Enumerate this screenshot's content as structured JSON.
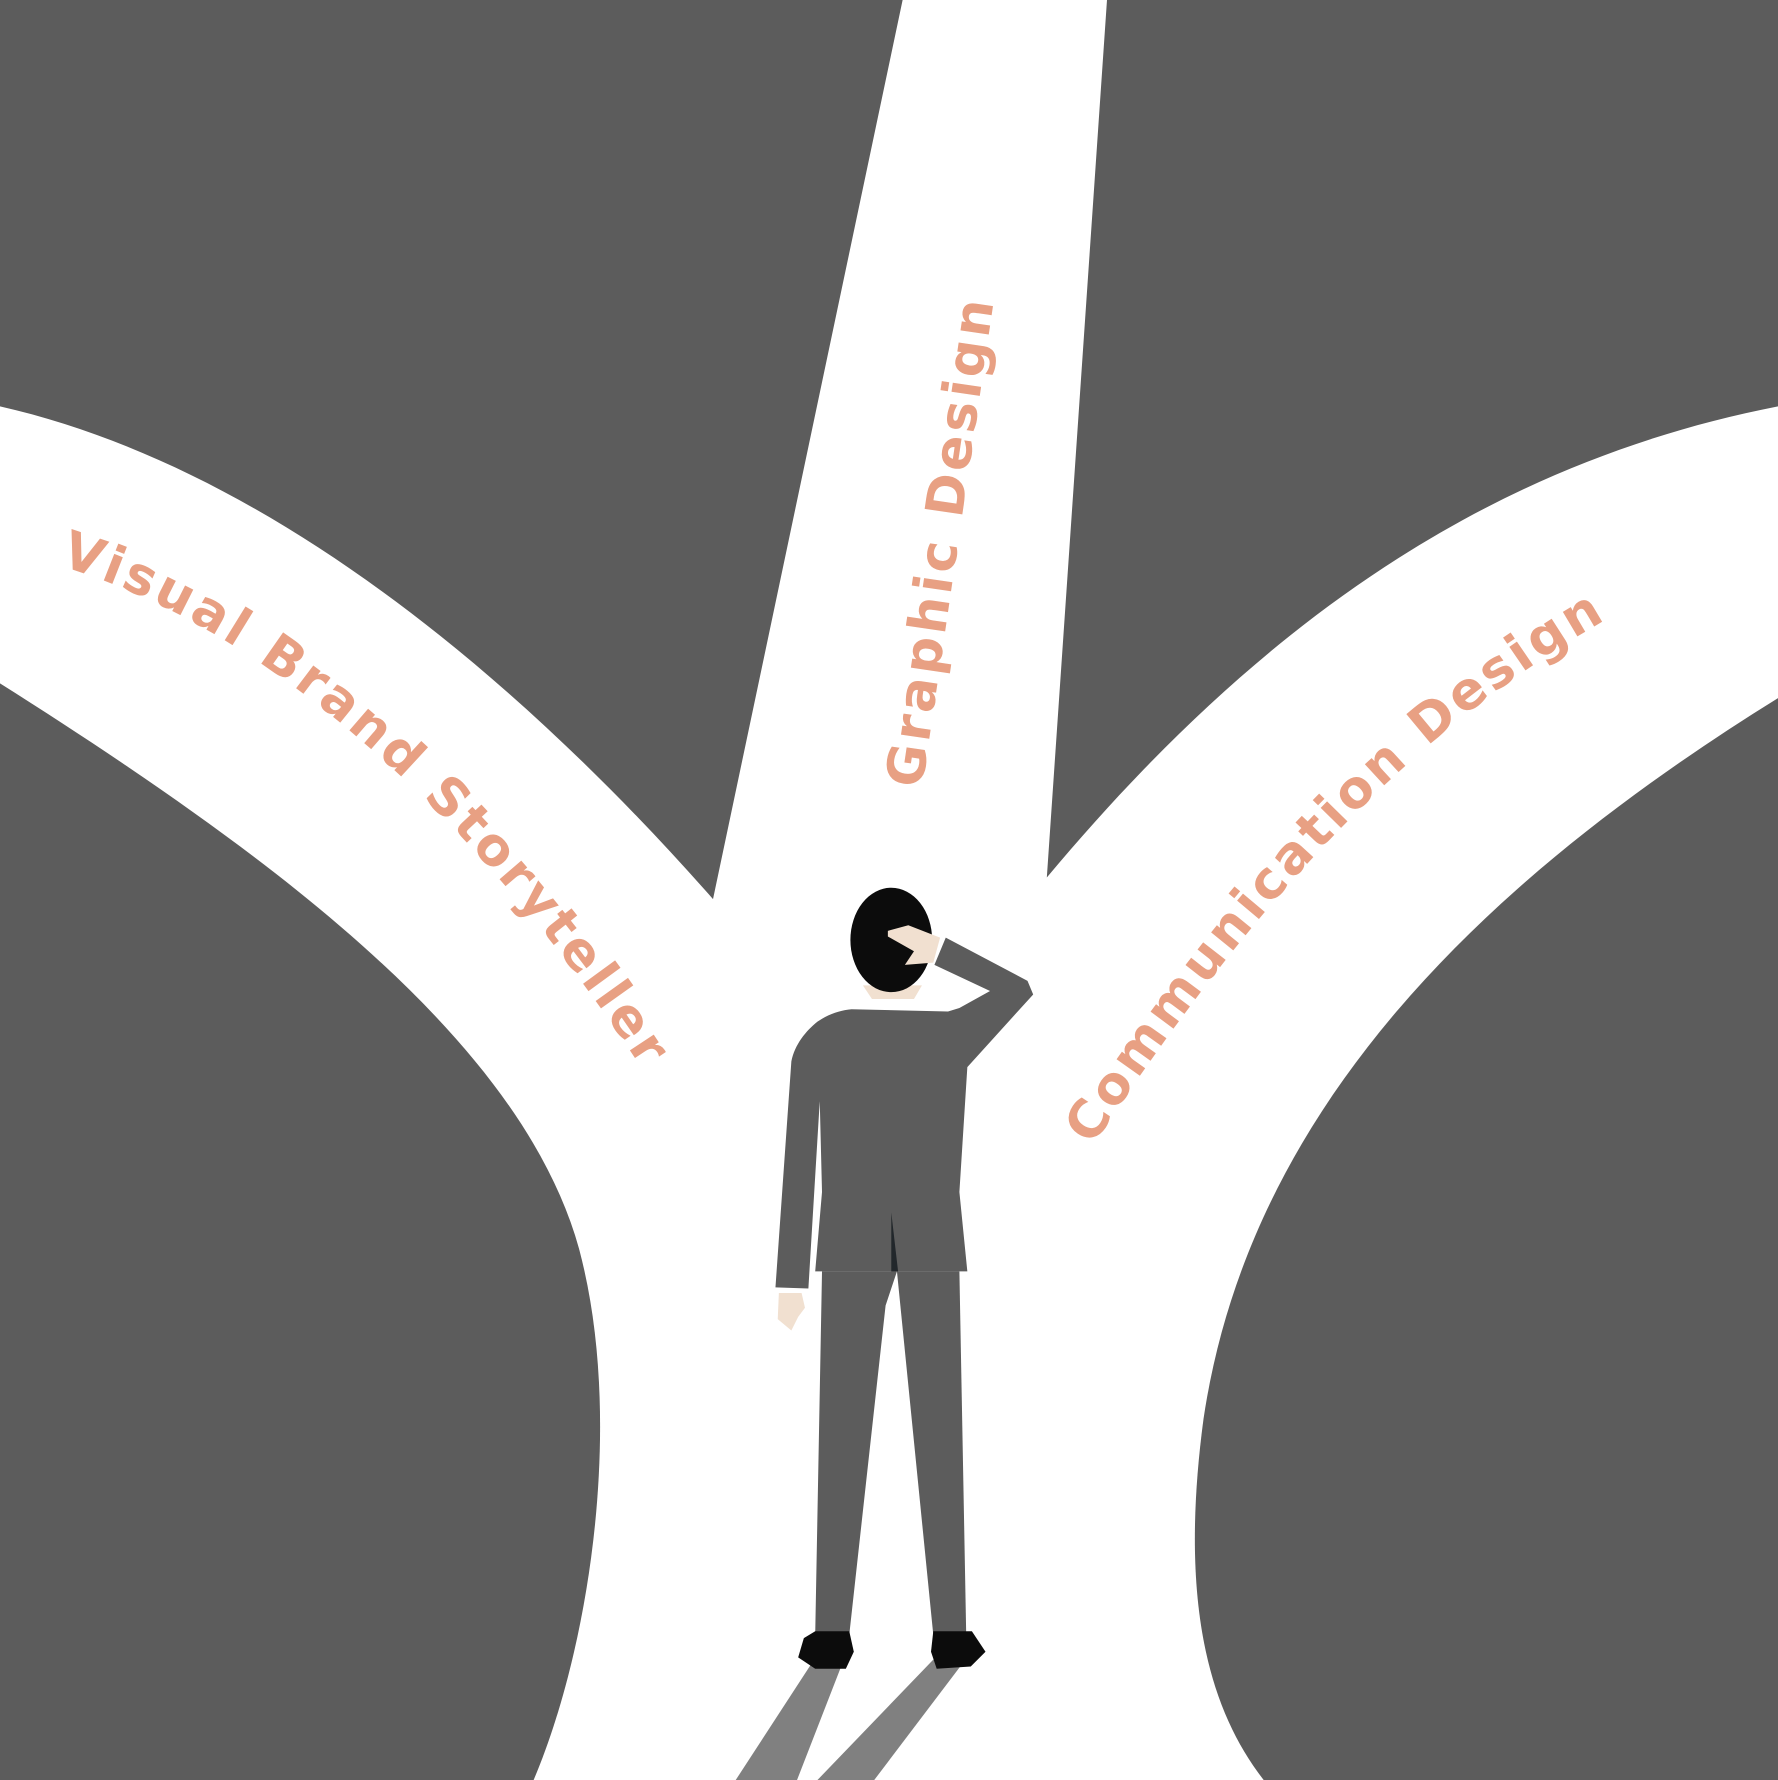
{
  "colors": {
    "background": "#5c5c5c",
    "road": "#ffffff",
    "label": "#e8a083",
    "skin": "#f1e0d0",
    "hair": "#0c0c0c",
    "shadow": "#808080"
  },
  "paths": [
    {
      "label": "Visual Brand Storyteller"
    },
    {
      "label": "Graphic Design"
    },
    {
      "label": "Communication Design"
    }
  ]
}
